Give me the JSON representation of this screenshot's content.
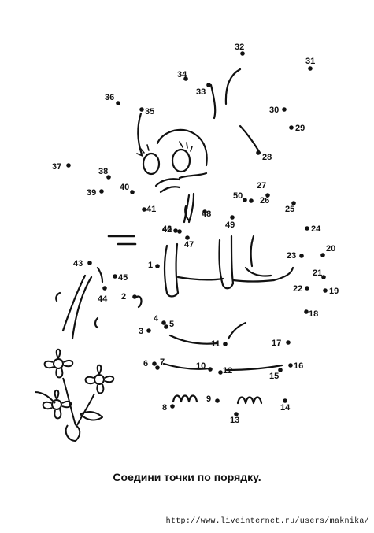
{
  "instruction": "Соедини точки по порядку.",
  "source_url": "http://www.liveinternet.ru/users/maknika/",
  "points": [
    {
      "n": "1"
    },
    {
      "n": "2"
    },
    {
      "n": "3"
    },
    {
      "n": "4"
    },
    {
      "n": "5"
    },
    {
      "n": "6"
    },
    {
      "n": "7"
    },
    {
      "n": "8"
    },
    {
      "n": "9"
    },
    {
      "n": "10"
    },
    {
      "n": "11"
    },
    {
      "n": "12"
    },
    {
      "n": "13"
    },
    {
      "n": "14"
    },
    {
      "n": "15"
    },
    {
      "n": "16"
    },
    {
      "n": "17"
    },
    {
      "n": "18"
    },
    {
      "n": "19"
    },
    {
      "n": "20"
    },
    {
      "n": "21"
    },
    {
      "n": "22"
    },
    {
      "n": "23"
    },
    {
      "n": "24"
    },
    {
      "n": "25"
    },
    {
      "n": "26"
    },
    {
      "n": "27"
    },
    {
      "n": "28"
    },
    {
      "n": "29"
    },
    {
      "n": "30"
    },
    {
      "n": "31"
    },
    {
      "n": "32"
    },
    {
      "n": "33"
    },
    {
      "n": "34"
    },
    {
      "n": "35"
    },
    {
      "n": "36"
    },
    {
      "n": "37"
    },
    {
      "n": "38"
    },
    {
      "n": "39"
    },
    {
      "n": "40"
    },
    {
      "n": "41"
    },
    {
      "n": "42"
    },
    {
      "n": "43"
    },
    {
      "n": "44"
    },
    {
      "n": "45"
    },
    {
      "n": "46"
    },
    {
      "n": "47"
    },
    {
      "n": "48"
    },
    {
      "n": "49"
    },
    {
      "n": "50"
    }
  ]
}
